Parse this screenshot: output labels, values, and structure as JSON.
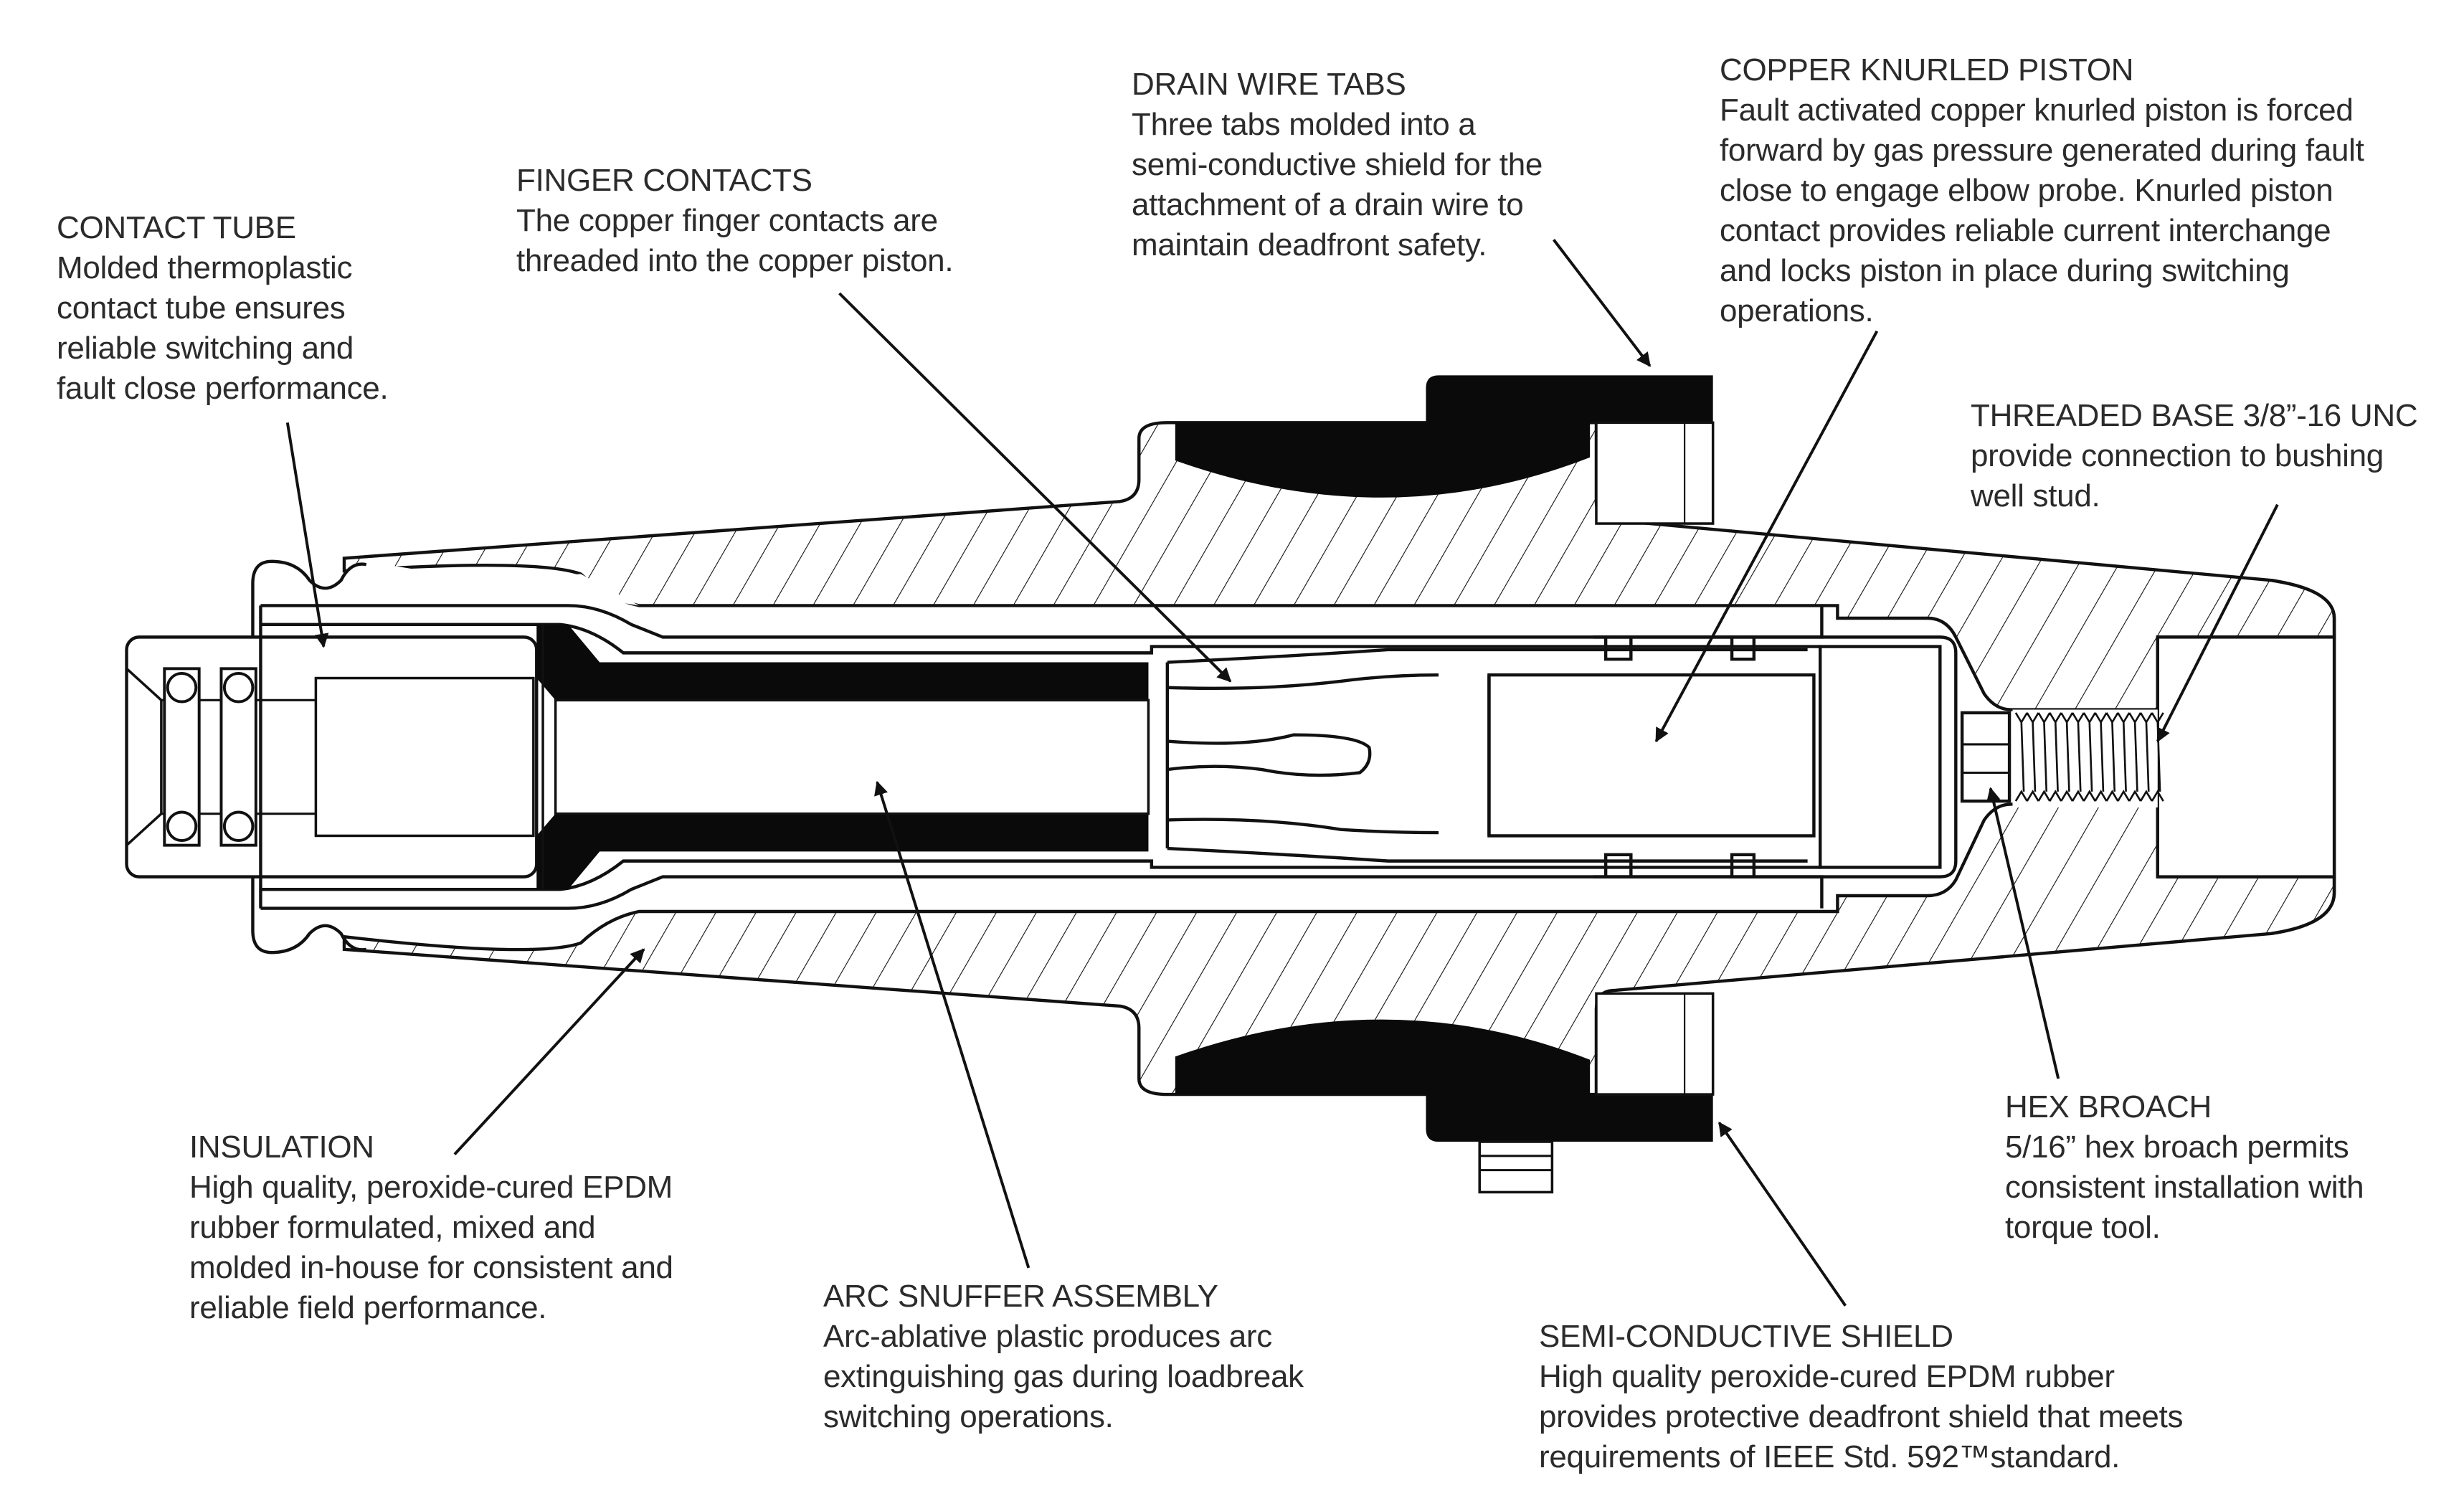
{
  "diagram": {
    "subject": "Loadbreak bushing insert cross-section",
    "colors": {
      "line": "#111111",
      "text": "#2b2b2b",
      "fill_black": "#0a0a0a",
      "background": "#ffffff"
    },
    "callouts": [
      {
        "id": "contact-tube",
        "title": "CONTACT TUBE",
        "lines": [
          "Molded thermoplastic",
          "contact tube ensures",
          "reliable switching and",
          "fault close performance."
        ]
      },
      {
        "id": "finger-contacts",
        "title": "FINGER CONTACTS",
        "lines": [
          "The copper finger contacts are",
          "threaded into the copper piston."
        ]
      },
      {
        "id": "drain-wire-tabs",
        "title": "DRAIN WIRE TABS",
        "lines": [
          "Three tabs molded into a",
          "semi-conductive shield for the",
          "attachment of a drain wire to",
          "maintain deadfront safety."
        ]
      },
      {
        "id": "copper-knurled-piston",
        "title": "COPPER KNURLED PISTON",
        "lines": [
          "Fault activated copper knurled piston is forced",
          "forward by gas pressure generated during fault",
          "close to engage elbow probe. Knurled piston",
          "contact provides reliable current interchange",
          "and locks piston in place during switching",
          "operations."
        ]
      },
      {
        "id": "threaded-base",
        "title": "THREADED BASE 3/8”-16 UNC",
        "lines": [
          "provide connection to bushing",
          "well stud."
        ]
      },
      {
        "id": "hex-broach",
        "title": "HEX BROACH",
        "lines": [
          "5/16” hex broach permits",
          "consistent installation with",
          "torque tool."
        ]
      },
      {
        "id": "semi-conductive-shield",
        "title": "SEMI-CONDUCTIVE SHIELD",
        "lines": [
          "High quality peroxide-cured EPDM rubber",
          "provides protective deadfront shield that meets",
          "requirements of IEEE Std. 592™standard."
        ]
      },
      {
        "id": "arc-snuffer-assembly",
        "title": "ARC SNUFFER ASSEMBLY",
        "lines": [
          "Arc-ablative plastic produces arc",
          "extinguishing gas during loadbreak",
          "switching operations."
        ]
      },
      {
        "id": "insulation",
        "title": "INSULATION",
        "lines": [
          "High quality, peroxide-cured EPDM",
          "rubber formulated, mixed and",
          "molded in-house for consistent and",
          "reliable field performance."
        ]
      }
    ]
  }
}
